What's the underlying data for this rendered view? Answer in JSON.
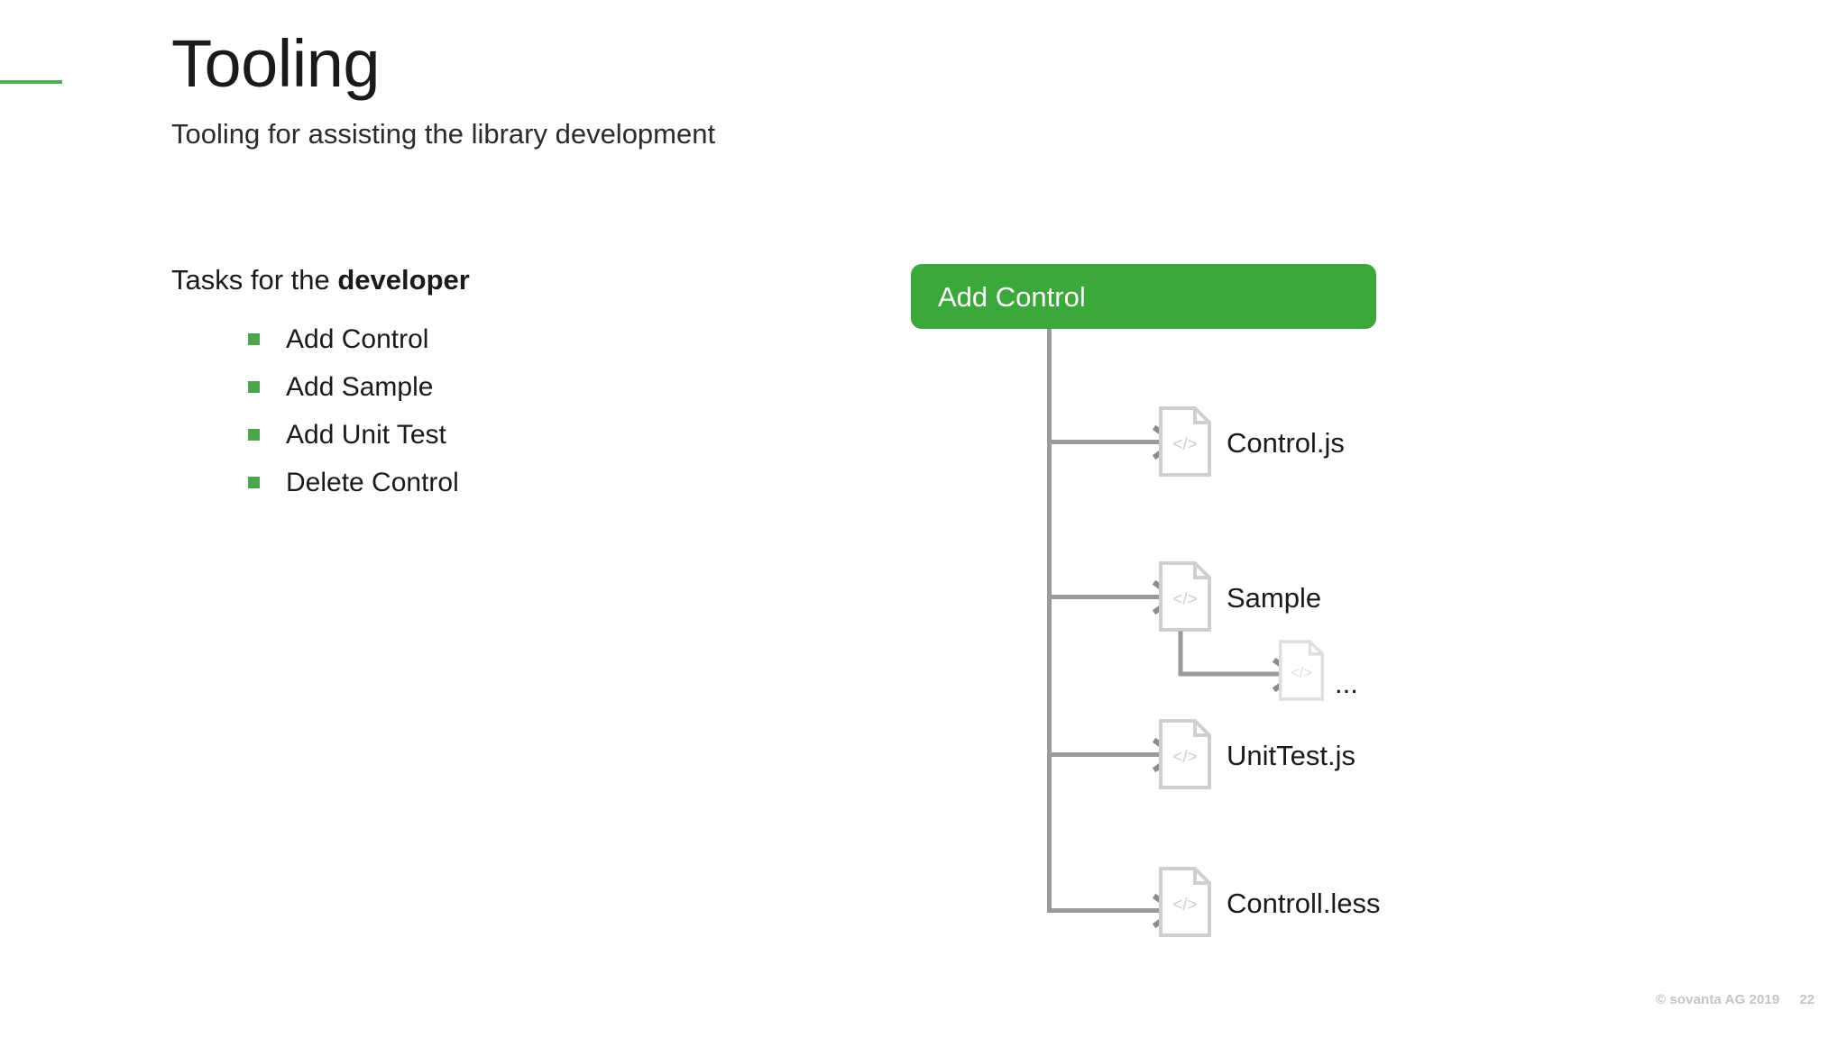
{
  "slide": {
    "title": "Tooling",
    "subtitle": "Tooling for assisting the library development",
    "accent_color": "#4CAF50"
  },
  "left_column": {
    "heading_prefix": "Tasks for the ",
    "heading_emphasis": "developer",
    "bullet_color": "#4CA64C",
    "tasks": [
      {
        "label": "Add Control"
      },
      {
        "label": "Add Sample"
      },
      {
        "label": "Add Unit Test"
      },
      {
        "label": "Delete Control"
      }
    ]
  },
  "diagram": {
    "root": {
      "label": "Add Control",
      "fill": "#3AA93A",
      "text_color": "#FFFFFF"
    },
    "connector_color": "#9a9a9a",
    "icon_color": "#cfcfd2",
    "icon_color_muted": "#dedee1",
    "icon_glyph": "</>",
    "children": [
      {
        "label": "Control.js"
      },
      {
        "label": "Sample"
      },
      {
        "label": "UnitTest.js"
      },
      {
        "label": "Controll.less"
      }
    ],
    "nested": {
      "parent": "Sample",
      "label": "...",
      "icon_glyph": "</>"
    }
  },
  "footer": {
    "copyright": "© sovanta AG 2019",
    "page_number": "22"
  }
}
